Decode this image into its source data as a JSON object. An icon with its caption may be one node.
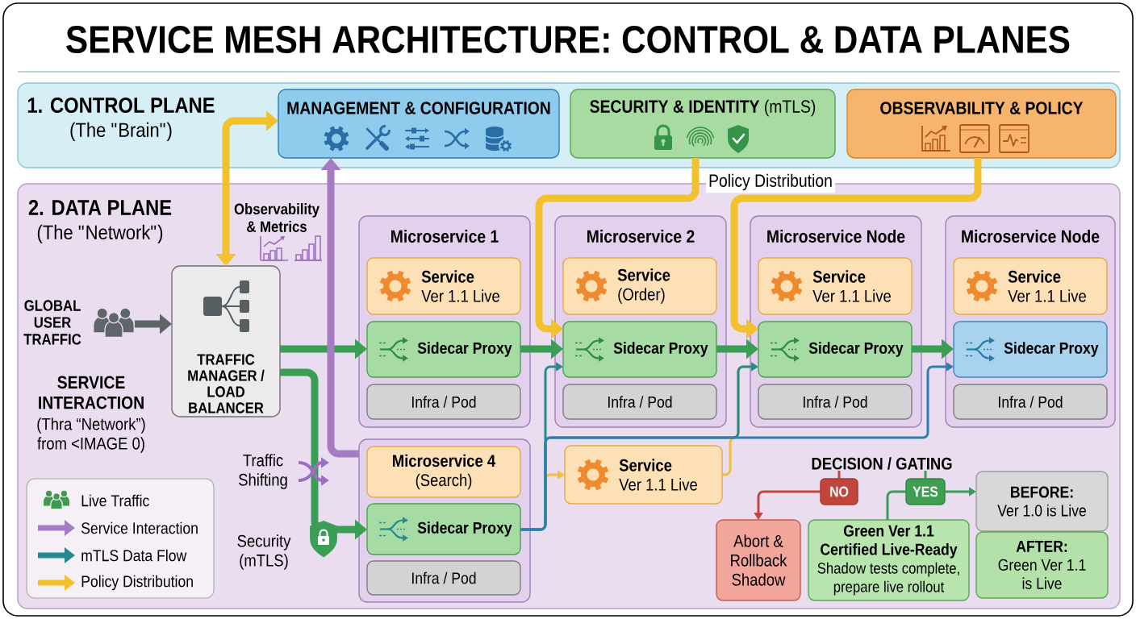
{
  "diagram": {
    "title": "SERVICE MESH ARCHITECTURE: CONTROL & DATA PLANES",
    "nodes": [
      {
        "text": [
          "1. CONTROL PLANE",
          "(The \"Brain\")"
        ]
      },
      {
        "text": [
          "MANAGEMENT & CONFIGURATION"
        ],
        "in": 0
      },
      {
        "text": [
          "**SECURITY & IDENTITY** (mTLS)"
        ],
        "in": 0
      },
      {
        "text": [
          "OBSERVABILITY & POLICY"
        ],
        "in": 0
      },
      {
        "text": [
          "2. DATA PLANE",
          "(The \"Network\")"
        ]
      },
      {
        "text": [],
        "shape": "person",
        "beside": [
          "GLOBAL USER TRAFFIC"
        ],
        "in": 4
      },
      {
        "text": [
          "TRAFFIC MANAGER / LOAD BALANCER"
        ],
        "in": 4
      },
      {
        "text": [
          "Microservice 1"
        ],
        "in": 4
      },
      {
        "text": [
          "Service",
          "Ver 1.1 Live"
        ],
        "in": 7
      },
      {
        "text": [
          "Sidecar Proxy"
        ],
        "in": 7
      },
      {
        "text": [
          "Infra / Pod"
        ],
        "in": 7
      },
      {
        "text": [
          "Microservice 2"
        ],
        "in": 4
      },
      {
        "text": [
          "Service",
          "(Order)"
        ],
        "in": 11
      },
      {
        "text": [
          "Sidecar Proxy"
        ],
        "in": 11
      },
      {
        "text": [
          "Infra / Pod"
        ],
        "in": 11
      },
      {
        "text": [
          "Microservice Node"
        ],
        "in": 4
      },
      {
        "text": [
          "Service",
          "Ver 1.1 Live"
        ],
        "in": 15
      },
      {
        "text": [
          "Sidecar Proxy"
        ],
        "in": 15
      },
      {
        "text": [
          "Infra / Pod"
        ],
        "in": 15
      },
      {
        "text": [
          "Microservice Node"
        ],
        "in": 4
      },
      {
        "text": [
          "Service",
          "Ver 1.1 Live"
        ],
        "in": 19
      },
      {
        "text": [
          "Sidecar Proxy"
        ],
        "in": 19
      },
      {
        "text": [
          "Infra / Pod"
        ],
        "in": 19
      },
      {
        "text": [],
        "shape": "box",
        "in": 4
      },
      {
        "text": [
          "Microservice 4",
          "(Search)"
        ],
        "in": 23
      },
      {
        "text": [
          "Sidecar Proxy"
        ],
        "in": 23
      },
      {
        "text": [
          "Infra / Pod"
        ],
        "in": 23
      },
      {
        "text": [
          "Service",
          "Ver 1.1 Live"
        ],
        "in": 4
      },
      {
        "text": [
          "DECISION / GATING"
        ],
        "in": 4
      },
      {
        "text": [
          "NO"
        ],
        "in": 4
      },
      {
        "text": [
          "YES"
        ],
        "in": 4
      },
      {
        "text": [
          "Abort & Rollback Shadow"
        ],
        "in": 4
      },
      {
        "text": [
          "Green Ver 1.1 Certified Live-Ready",
          "Shadow tests complete, prepare live rollout"
        ],
        "in": 4
      },
      {
        "text": [
          "BEFORE:",
          "Ver 1.0 is Live"
        ],
        "in": 4
      },
      {
        "text": [
          "AFTER:",
          "Green Ver 1.1 is Live"
        ],
        "in": 4
      }
    ],
    "edges": [
      {
        "from": 6,
        "to": 1,
        "arrow": "both",
        "style": "thick",
        "color": "#f2c12e"
      },
      {
        "from": 5,
        "to": 6,
        "arrow": "to",
        "style": "thick",
        "color": "#5f6669"
      },
      {
        "from": 6,
        "to": 9,
        "arrow": "to",
        "style": "thick"
      },
      {
        "from": 6,
        "to": 25,
        "arrow": "to",
        "style": "thick"
      },
      {
        "from": 9,
        "to": 13,
        "arrow": "to",
        "style": "thick"
      },
      {
        "from": 13,
        "to": 17,
        "arrow": "to",
        "style": "thick"
      },
      {
        "from": 17,
        "to": 21,
        "arrow": "to",
        "style": "thick"
      },
      {
        "from": 2,
        "to": 13,
        "arrow": "to",
        "style": "thick",
        "color": "#f2c12e"
      },
      {
        "from": 3,
        "to": 17,
        "arrow": "to",
        "style": "thick",
        "color": "#f2c12e"
      },
      {
        "from": 23,
        "to": 1,
        "arrow": "to",
        "style": "thick",
        "color": "#a57bc2"
      },
      {
        "from": 25,
        "to": 13,
        "arrow": "to",
        "color": "#26898f"
      },
      {
        "from": 25,
        "to": 17,
        "arrow": "to",
        "color": "#26898f"
      },
      {
        "from": 25,
        "to": 21,
        "arrow": "to",
        "color": "#2c7fb0"
      },
      {
        "from": 25,
        "to": 27,
        "arrow": "to",
        "color": "#f2c12e"
      },
      {
        "from": 27,
        "to": 17,
        "arrow": "to",
        "color": "#f2c12e"
      },
      {
        "from": 28,
        "to": 29,
        "arrow": "none",
        "color": "#c0473c"
      },
      {
        "from": 28,
        "to": 30,
        "arrow": "none"
      },
      {
        "from": 29,
        "to": 31,
        "arrow": "to",
        "color": "#c0473c"
      },
      {
        "from": 30,
        "to": 32,
        "arrow": "none"
      },
      {
        "from": 30,
        "to": 33,
        "arrow": "to"
      }
    ],
    "labels": [
      "Policy Distribution",
      "Observability & Metrics",
      "SERVICE INTERACTION",
      "(Thra “Network”) from <IMAGE 0)",
      "Traffic Shifting",
      "Security (mTLS)"
    ],
    "legend": [
      {
        "text": "Live Traffic"
      },
      {
        "text": "Service Interaction"
      },
      {
        "text": "mTLS Data Flow"
      },
      {
        "text": "Policy Distribution"
      }
    ]
  }
}
